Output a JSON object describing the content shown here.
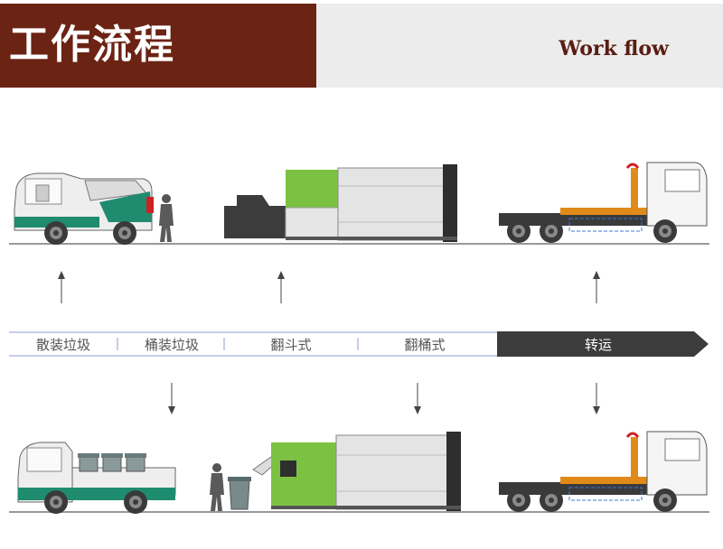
{
  "header": {
    "title_cn": "工作流程",
    "title_en": "Work flow"
  },
  "steps": [
    {
      "label": "散装垃圾"
    },
    {
      "label": "桶装垃圾"
    },
    {
      "label": "翻斗式"
    },
    {
      "label": "翻桶式"
    },
    {
      "label": "转运"
    }
  ],
  "colors": {
    "header_brown": "#6b2314",
    "header_grey": "#ececec",
    "accent_green": "#7cc242",
    "teal": "#1f8c70",
    "active_step": "#3c3c3c"
  }
}
